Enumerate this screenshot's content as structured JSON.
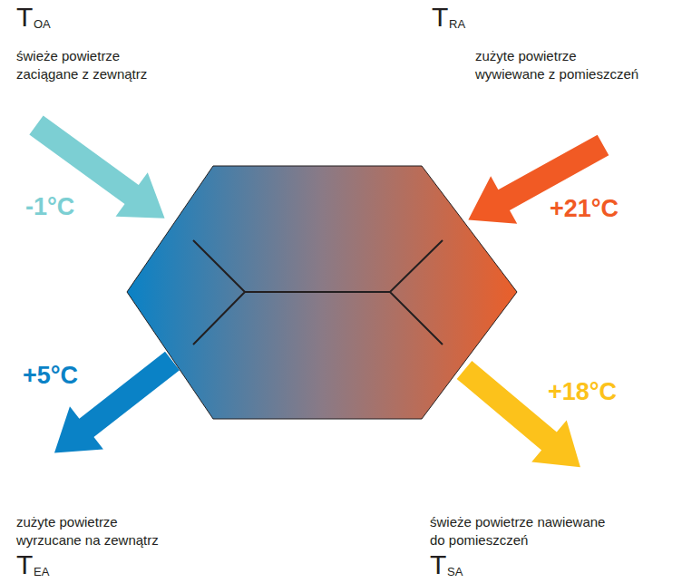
{
  "diagram": {
    "labels": [
      "T",
      "OA",
      "świeże powietrze zaciągane z zewnątrz",
      "T",
      "RA",
      "zużyte powietrze wywiewane z pomieszczeń",
      "-1°C",
      "+21°C",
      "+5°C",
      "+18°C",
      "zużyte powietrze wyrzucane na zewnątrz",
      "T",
      "EA",
      "świeże powietrze nawiewane do pomieszczeń",
      "T",
      "SA"
    ]
  }
}
